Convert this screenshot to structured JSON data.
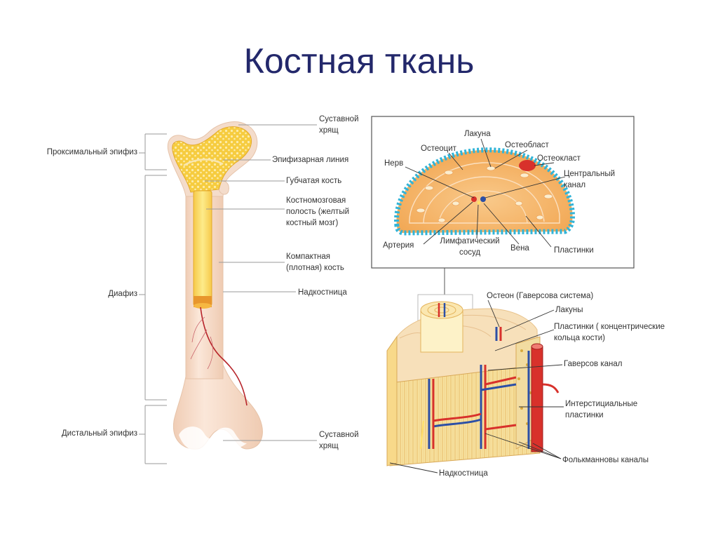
{
  "title": "Костная ткань",
  "bone_labels": {
    "proximal_epiphysis": "Проксимальный эпифиз",
    "diaphysis": "Диафиз",
    "distal_epiphysis": "Дистальный эпифиз",
    "articular_cartilage_top": [
      "Суставной",
      "хрящ"
    ],
    "epiphyseal_line": "Эпифизарная линия",
    "spongy_bone": "Губчатая кость",
    "marrow_cavity": [
      "Костномозговая",
      "полость (желтый",
      "костный мозг)"
    ],
    "compact_bone": [
      "Компактная",
      "(плотная) кость"
    ],
    "periosteum": "Надкостница",
    "articular_cartilage_bottom": [
      "Суставной",
      "хрящ"
    ]
  },
  "osteon_section_labels": {
    "lacuna": "Лакуна",
    "osteocyte": "Остеоцит",
    "osteoblast": "Остеобласт",
    "osteoclast": "Остеокласт",
    "nerve": "Нерв",
    "central_canal": [
      "Центральный",
      "канал"
    ],
    "artery": "Артерия",
    "lymph_vessel": [
      "Лимфатический",
      "сосуд"
    ],
    "vein": "Вена",
    "lamellae": "Пластинки"
  },
  "compact_block_labels": {
    "osteon": "Остеон (Гаверсова система)",
    "lacunae": "Лакуны",
    "lamellae_concentric": [
      "Пластинки  ( концентрические",
      "кольца кости)"
    ],
    "haversian_canal": "Гаверсов канал",
    "interstitial_lamellae": [
      "Интерстициальные",
      "пластинки"
    ],
    "volkmann_canals": "Фолькманновы каналы",
    "periosteum": "Надкостница"
  },
  "colors": {
    "title": "#23286b",
    "bone": "#f4dccb",
    "bone_edge": "#e6c3a9",
    "spongy": "#f3c537",
    "marrow": "#fbe26a",
    "periosteum_cells": "#31b4d8",
    "vessel_red": "#d8312b",
    "vessel_blue": "#2c4fa6"
  }
}
